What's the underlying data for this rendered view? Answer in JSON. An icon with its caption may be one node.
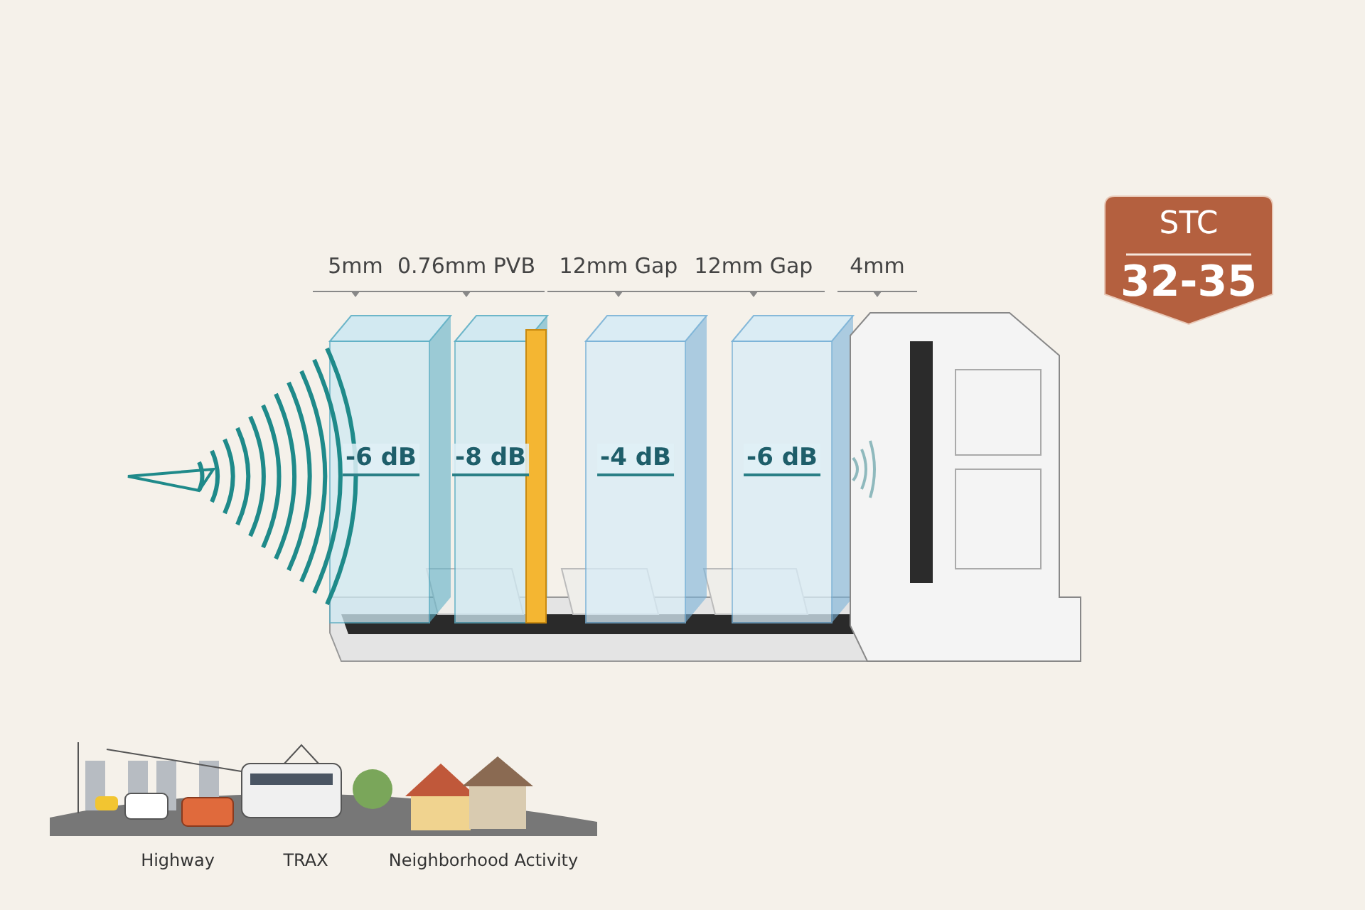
{
  "diagram": {
    "nodes": [
      {
        "text": [
          "STC",
          "32-35"
        ]
      }
    ],
    "labels": [
      "5mm",
      "0.76mm PVB",
      "12mm Gap",
      "12mm Gap",
      "4mm",
      "-6 dB",
      "-8 dB",
      "-4 dB",
      "-6 dB",
      "Highway",
      "TRAX",
      "Neighborhood Activity"
    ]
  }
}
